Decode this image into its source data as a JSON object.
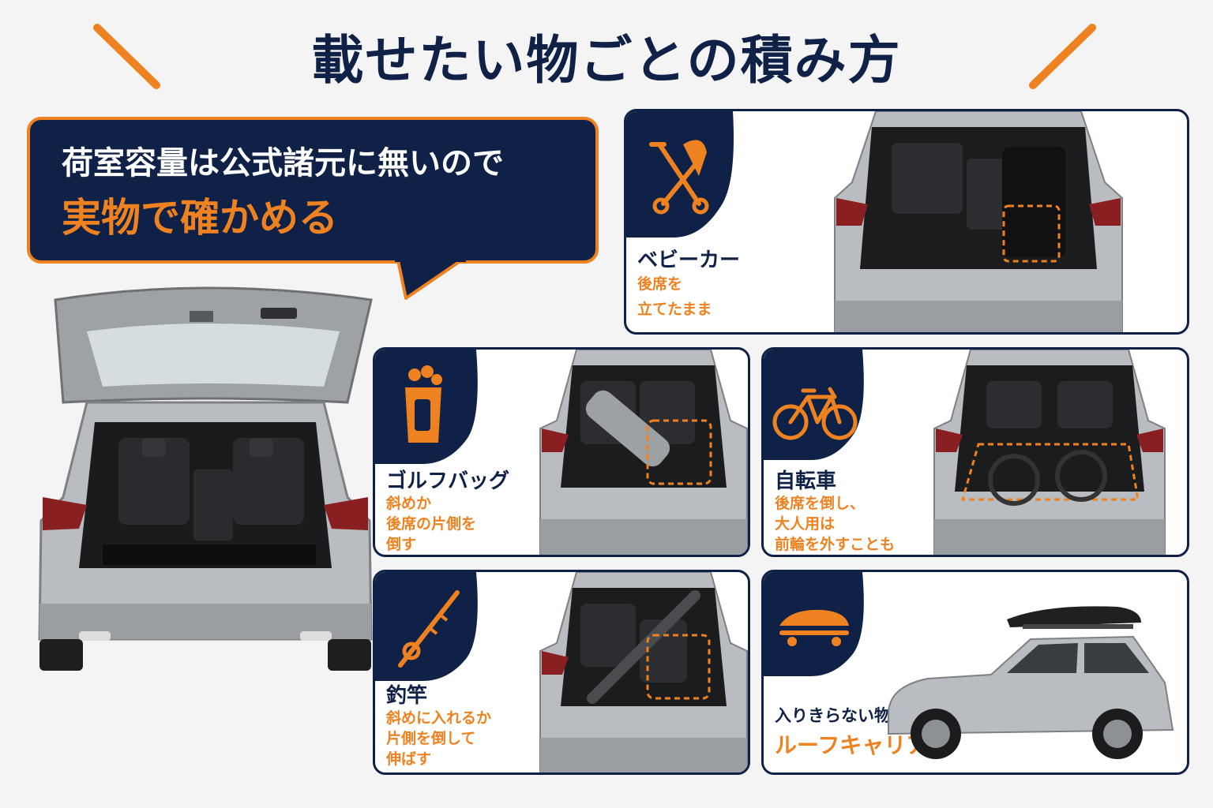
{
  "title": "載せたい物ごとの積み方",
  "bubble": {
    "line1": "荷室容量は公式諸元に無いので",
    "line2": "実物で確かめる"
  },
  "colors": {
    "navy": "#0f2147",
    "orange": "#ee8220",
    "car": "#b9bcc0"
  },
  "cards": [
    {
      "icon": "stroller-icon",
      "name": "ベビーカー",
      "desc": [
        "後席を",
        "立てたまま"
      ]
    },
    {
      "icon": "golf-bag-icon",
      "name": "ゴルフバッグ",
      "desc": [
        "斜めか",
        "後席の片側を",
        "倒す"
      ]
    },
    {
      "icon": "bicycle-icon",
      "name": "自転車",
      "desc": [
        "後席を倒し、",
        "大人用は",
        "前輪を外すことも"
      ]
    },
    {
      "icon": "fishing-rod-icon",
      "name": "釣竿",
      "desc": [
        "斜めに入れるか",
        "片側を倒して",
        "伸ばす"
      ]
    },
    {
      "icon": "roof-box-icon",
      "name": "入りきらない物は",
      "desc": [
        "ルーフキャリア"
      ]
    }
  ]
}
